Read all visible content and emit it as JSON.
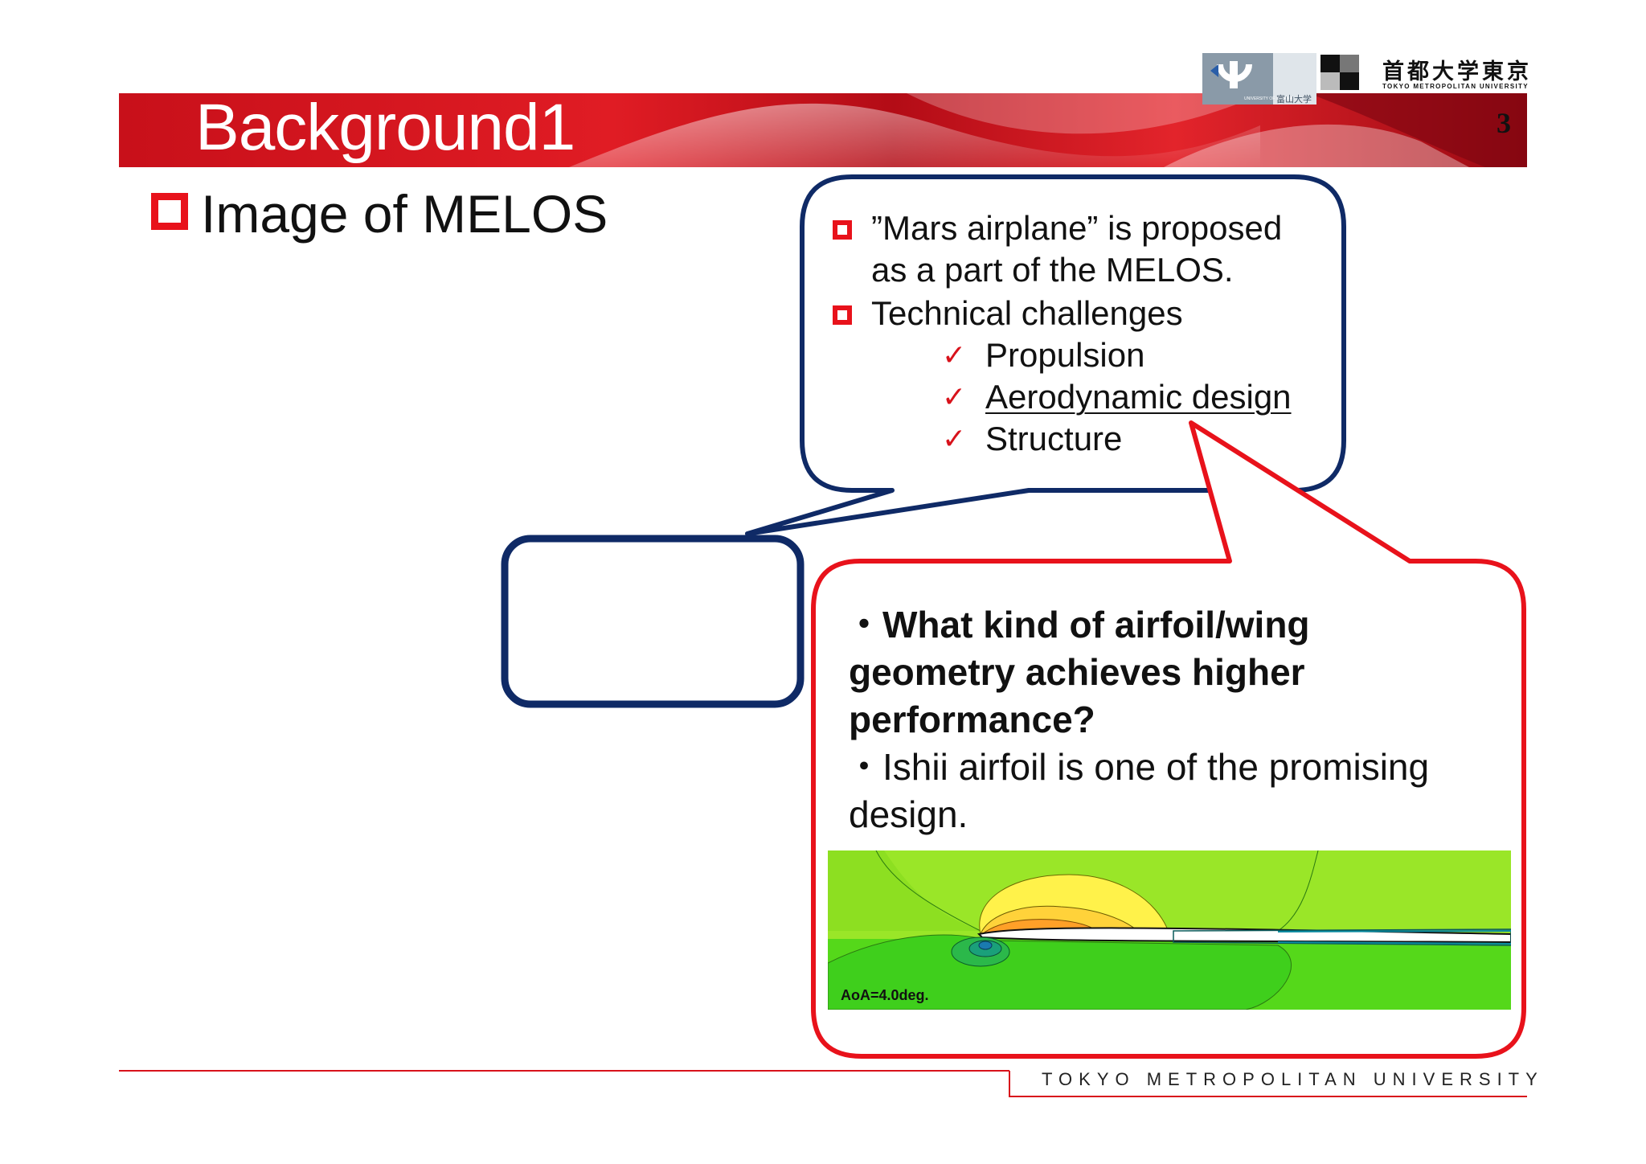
{
  "slide": {
    "title": "Background1",
    "number": "3"
  },
  "logos": {
    "toyama_text": "UNIVERSITY OF TOYAMA",
    "toyama_jp": "富山大学",
    "tmu_jp": "首都大学東京",
    "tmu_en": "TOKYO METROPOLITAN UNIVERSITY"
  },
  "main_bullet": "Image of MELOS",
  "callout_1": {
    "item_1_line_1": "”Mars airplane” is proposed",
    "item_1_line_2": "as a part of the MELOS.",
    "item_2": "Technical challenges",
    "checks": [
      "Propulsion",
      "Aerodynamic design",
      "Structure"
    ],
    "check_mark": "✓"
  },
  "callout_2": {
    "q_line_1": "・What kind of airfoil/wing",
    "q_line_2": "geometry achieves higher",
    "q_line_3": "performance?",
    "a_line_1": "・Ishii airfoil is one of the promising",
    "a_line_2": "design."
  },
  "contour_plot": {
    "label": "AoA=4.0deg."
  },
  "footer": {
    "text": "TOKYO METROPOLITAN UNIVERSITY"
  },
  "colors": {
    "accent_red": "#e8121b",
    "navy": "#0f2a66"
  }
}
